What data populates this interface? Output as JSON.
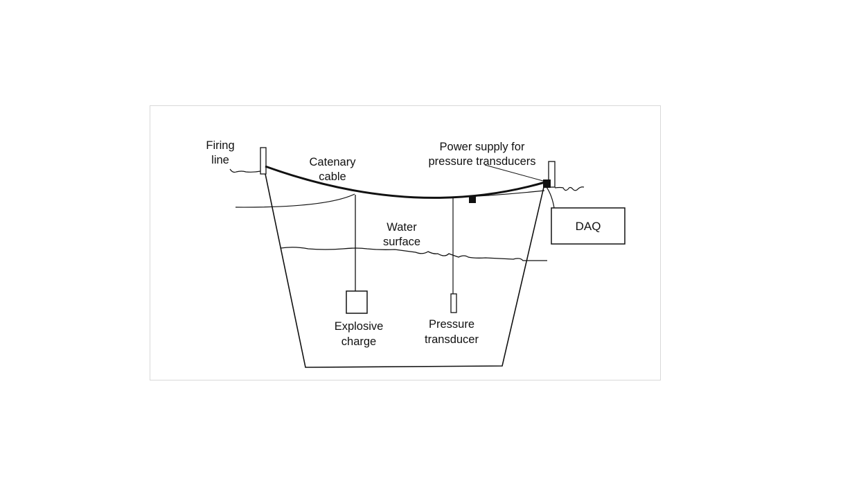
{
  "diagram": {
    "labels": {
      "firing_line": [
        "Firing",
        "line"
      ],
      "catenary_cable": [
        "Catenary",
        "cable"
      ],
      "power_supply": [
        "Power supply for",
        "pressure transducers"
      ],
      "water_surface": [
        "Water",
        "surface"
      ],
      "explosive_charge": [
        "Explosive",
        "charge"
      ],
      "pressure_transducer": [
        "Pressure",
        "transducer"
      ],
      "daq": "DAQ"
    },
    "colors": {
      "line": "#111111",
      "frame": "#d8d8d8",
      "background": "#ffffff"
    }
  }
}
